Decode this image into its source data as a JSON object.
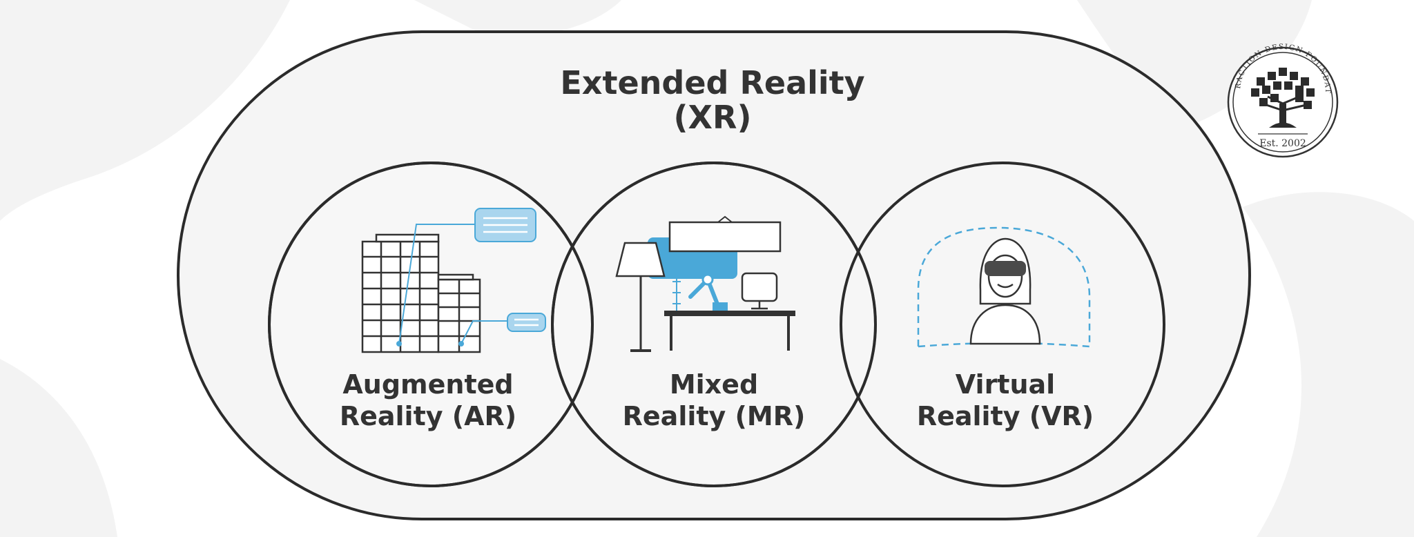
{
  "diagram": {
    "title_line1": "Extended Reality",
    "title_line2": "(XR)",
    "circles": [
      {
        "id": "ar",
        "line1": "Augmented",
        "line2": "Reality (AR)",
        "icon": "city-buildings-icon"
      },
      {
        "id": "mr",
        "line1": "Mixed",
        "line2": "Reality (MR)",
        "icon": "robot-desk-icon"
      },
      {
        "id": "vr",
        "line1": "Virtual",
        "line2": "Reality (VR)",
        "icon": "vr-headset-person-icon"
      }
    ]
  },
  "badge": {
    "ring_text": "INTERACTION DESIGN FOUNDATION",
    "est": "Est. 2002",
    "icon": "tree-icon"
  },
  "colors": {
    "stroke": "#2b2b2b",
    "accent": "#4aa8d8",
    "accent_light": "#a9d5ee",
    "text": "#333333",
    "background_swirl": "#f2f2f2"
  }
}
